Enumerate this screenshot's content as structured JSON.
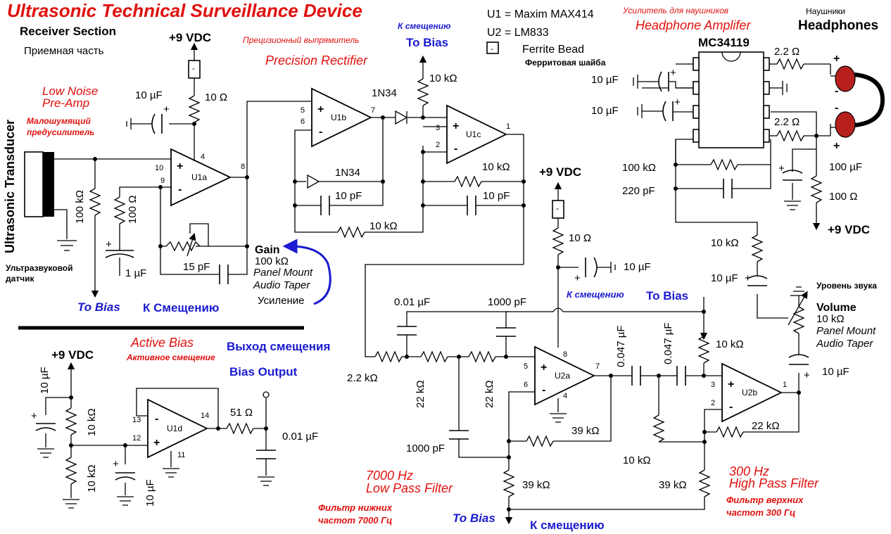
{
  "title": "Ultrasonic Technical Surveillance Device",
  "legend": {
    "u1": "U1 = Maxim MAX414",
    "u2": "U2 = LM833",
    "ferrite_symbol": "-",
    "ferrite": "Ferrite Bead",
    "ferrite_ru": "Ферритовая шайба"
  },
  "sections": {
    "receiver_en": "Receiver Section",
    "receiver_ru": "Приемная часть",
    "preamp_en_1": "Low Noise",
    "preamp_en_2": "Pre-Amp",
    "preamp_ru_1": "Малошумящий",
    "preamp_ru_2": "предусилитель",
    "transducer_en": "Ultrasonic Transducer",
    "transducer_ru_1": "Ультразвуковой",
    "transducer_ru_2": "датчик",
    "rectifier_ru": "Прецизионный выпрямитель",
    "rectifier_en": "Precision Rectifier",
    "hp_amp_ru": "Усилитель для наушников",
    "hp_amp_en": "Headphone Amplifer",
    "headphones_ru": "Наушники",
    "headphones_en": "Headphones",
    "active_bias_en": "Active Bias",
    "active_bias_ru": "Активное смещение",
    "bias_out_ru": "Выход смещения",
    "bias_out_en": "Bias Output",
    "lpf_en_1": "7000 Hz",
    "lpf_en_2": "Low Pass Filter",
    "lpf_ru_1": "Фильтр нижних",
    "lpf_ru_2": "частот 7000 Гц",
    "hpf_en_1": "300 Hz",
    "hpf_en_2": "High Pass Filter",
    "hpf_ru_1": "Фильтр верхних",
    "hpf_ru_2": "частот 300 Гц"
  },
  "bias": {
    "to_bias": "To Bias",
    "k_smesh_cap": "К Смещению",
    "k_smesh": "К смещению"
  },
  "supply": "+9 VDC",
  "gain": {
    "title": "Gain",
    "value": "100 kΩ",
    "line1": "Panel Mount",
    "line2": "Audio Taper",
    "ru": "Усиление"
  },
  "volume": {
    "ru": "Уровень звука",
    "title": "Volume",
    "value": "10 kΩ",
    "line1": "Panel Mount",
    "line2": "Audio Taper"
  },
  "chip": "MC34119",
  "opamps": {
    "u1a": "U1a",
    "u1b": "U1b",
    "u1c": "U1c",
    "u1d": "U1d",
    "u2a": "U2a",
    "u2b": "U2b"
  },
  "pins": {
    "p10": "10",
    "p9": "9",
    "p4": "4",
    "p8": "8",
    "p5": "5",
    "p6": "6",
    "p7": "7",
    "p3": "3",
    "p2": "2",
    "p1": "1",
    "p13": "13",
    "p12": "12",
    "p14": "14",
    "p11": "11"
  },
  "components": {
    "r_10ohm": "10 Ω",
    "c_10uf": "10 µF",
    "c_1uf": "1 µF",
    "r_100k": "100 kΩ",
    "r_100ohm": "100 Ω",
    "c_15pf": "15 pF",
    "d_1n34": "1N34",
    "c_10pf": "10 pF",
    "r_10k": "10 kΩ",
    "c_001uf": "0.01 µF",
    "c_1000pf": "1000 pF",
    "r_22k": "22 kΩ",
    "r_2_2k": "2.2 kΩ",
    "r_39k": "39 kΩ",
    "c_0047uf": "0.047 µF",
    "r_51ohm": "51 Ω",
    "r_2_2ohm": "2.2 Ω",
    "c_100uf": "100 µF",
    "c_220pf": "220 pF",
    "plus": "+",
    "minus": "-"
  },
  "colors": {
    "red": "#e0110e",
    "blue": "#1a1ad0",
    "headphone": "#b8201d"
  }
}
